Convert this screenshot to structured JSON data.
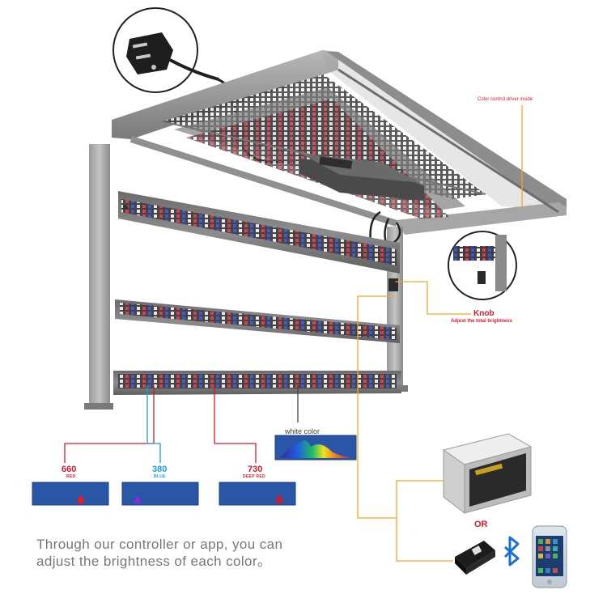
{
  "labels": {
    "color_driver": "Color control driver inside",
    "knob_title": "Knob",
    "knob_sub": "Adjust the total brightness",
    "white": "white color",
    "or": "OR"
  },
  "channels": [
    {
      "nm": "660",
      "name": "RED"
    },
    {
      "nm": "380",
      "name": "BLUE"
    },
    {
      "nm": "730",
      "name": "DEEP RED"
    }
  ],
  "caption": [
    "Through our controller or app, you can",
    "adjust the brightness of each color。"
  ],
  "colors": {
    "accent_orange": "#f5a623",
    "red_line": "#d7192b",
    "blue_line": "#1aa0dc",
    "frame": "#8a8a8a"
  },
  "icons": [
    "power-plug-icon",
    "bluetooth-icon",
    "controller-box-icon",
    "wifi-dongle-icon",
    "smartphone-icon"
  ]
}
